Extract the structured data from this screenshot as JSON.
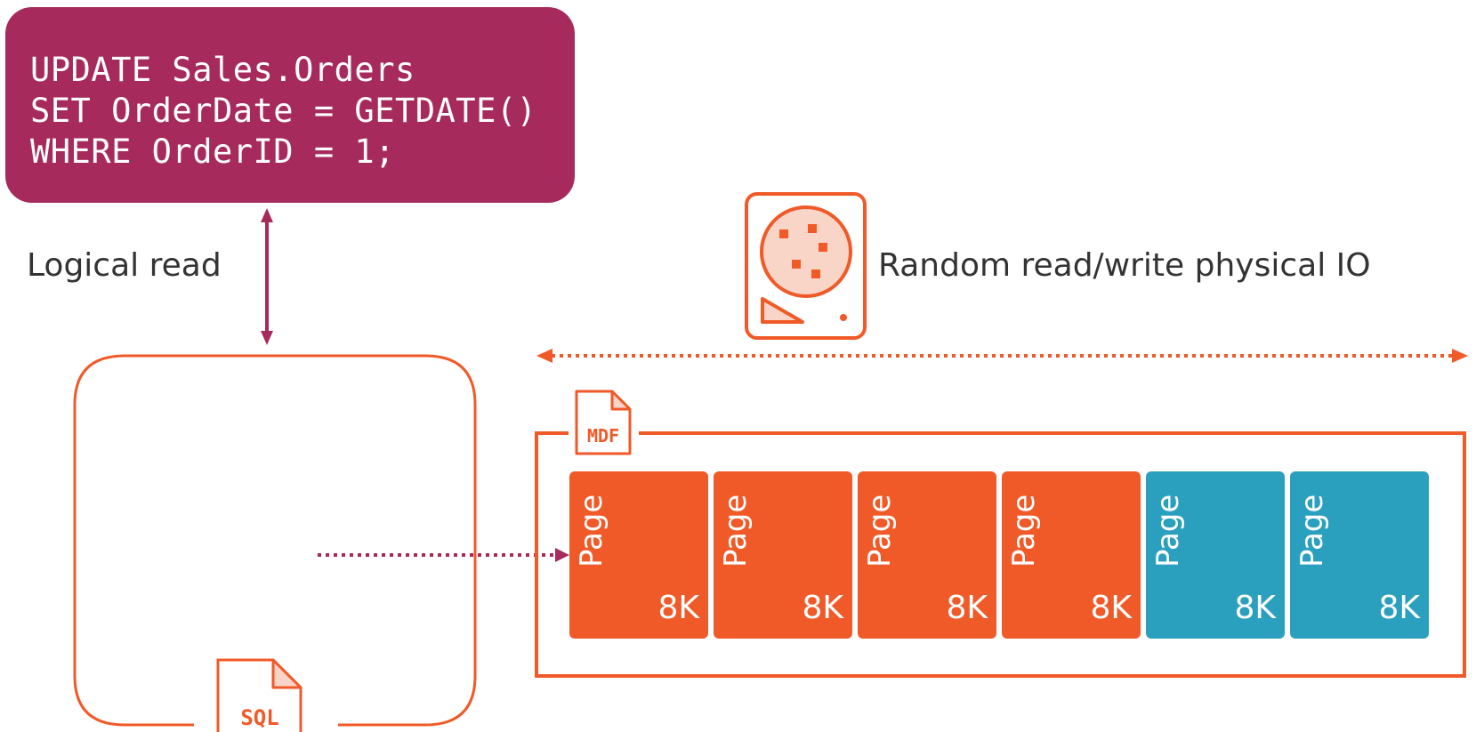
{
  "query": {
    "lines": [
      "UPDATE Sales.Orders",
      "SET OrderDate = GETDATE()",
      "WHERE OrderID = 1;"
    ]
  },
  "labels": {
    "logical_read": "Logical read",
    "random_io": "Random read/write physical IO"
  },
  "files": {
    "mdf": "MDF",
    "sql": "SQL"
  },
  "pages": [
    {
      "word": "Page",
      "size": "8K",
      "color": "orange"
    },
    {
      "word": "Page",
      "size": "8K",
      "color": "orange"
    },
    {
      "word": "Page",
      "size": "8K",
      "color": "orange"
    },
    {
      "word": "Page",
      "size": "8K",
      "color": "orange"
    },
    {
      "word": "Page",
      "size": "8K",
      "color": "blue"
    },
    {
      "word": "Page",
      "size": "8K",
      "color": "blue"
    }
  ],
  "colors": {
    "query_bg": "#a62b5c",
    "accent_orange": "#f05a28",
    "accent_blue": "#2ba0be",
    "arrow_magenta": "#a62b5c"
  }
}
